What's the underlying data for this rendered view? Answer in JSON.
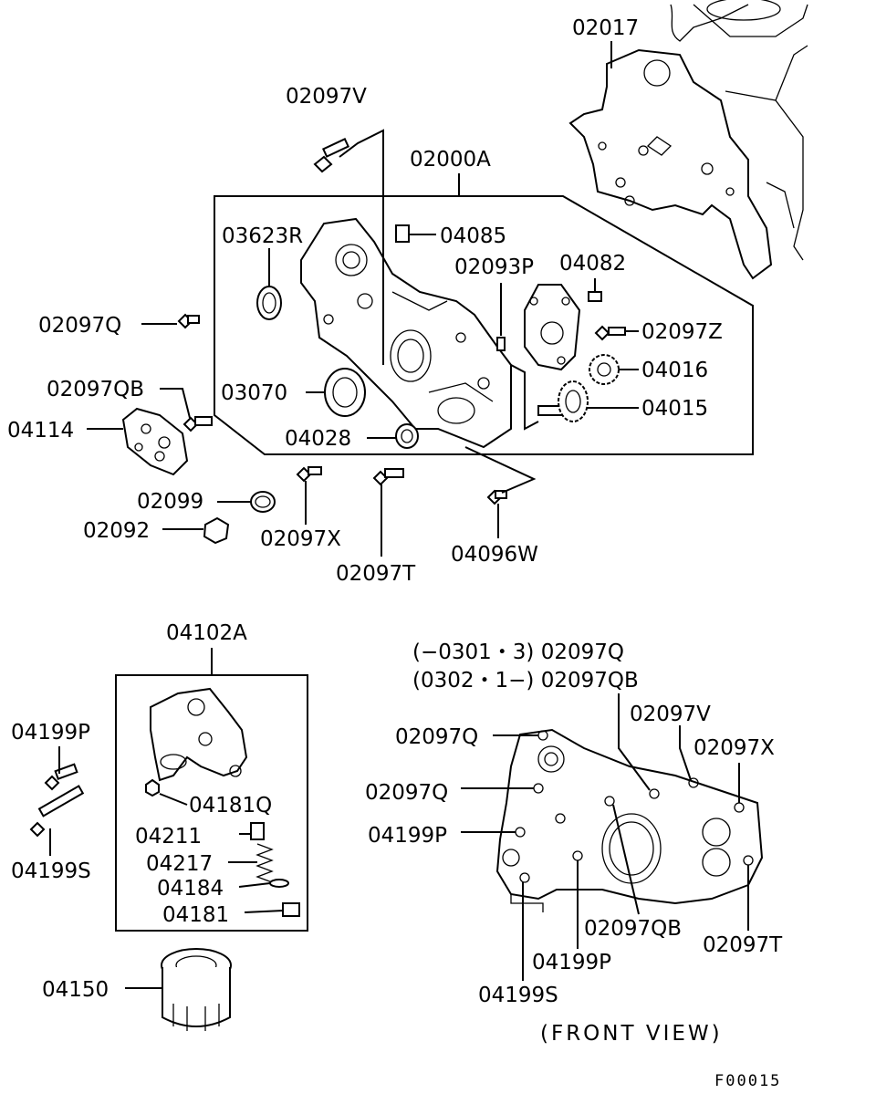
{
  "labels": {
    "l02017": "02017",
    "l02097V_top": "02097V",
    "l02000A": "02000A",
    "l03623R": "03623R",
    "l04085": "04085",
    "l02093P": "02093P",
    "l04082": "04082",
    "l02097Q_left": "02097Q",
    "l02097Z": "02097Z",
    "l04016": "04016",
    "l02097QB_left": "02097QB",
    "l03070": "03070",
    "l04015": "04015",
    "l04114": "04114",
    "l04028": "04028",
    "l02099": "02099",
    "l02092": "02092",
    "l02097X_top": "02097X",
    "l02097T_top": "02097T",
    "l04096W": "04096W",
    "l04102A": "04102A",
    "l04199P_left": "04199P",
    "l04181Q": "04181Q",
    "l04211": "04211",
    "l04199S_left": "04199S",
    "l04217": "04217",
    "l04184": "04184",
    "l04181": "04181",
    "l04150": "04150",
    "fv_note1": "(−0301・3) 02097Q",
    "fv_note2": "(0302・1−) 02097QB",
    "fv_02097V": "02097V",
    "fv_02097Q_a": "02097Q",
    "fv_02097X": "02097X",
    "fv_02097Q_b": "02097Q",
    "fv_04199P_a": "04199P",
    "fv_02097QB": "02097QB",
    "fv_02097T": "02097T",
    "fv_04199P_b": "04199P",
    "fv_04199S": "04199S",
    "front_view": "(FRONT VIEW)",
    "figure_code": "F00015"
  }
}
